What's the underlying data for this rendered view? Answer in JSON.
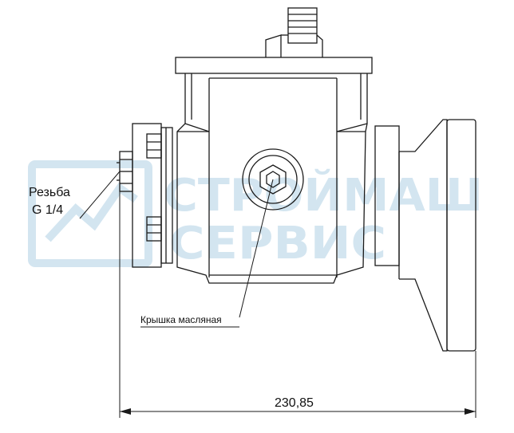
{
  "watermark": {
    "line1": "СТРОЙМАШ",
    "line2": "СЕРВИС",
    "color": "#cfe3ef"
  },
  "callouts": {
    "thread_label": "Резьба",
    "thread_value": "G 1/4",
    "oil_cover": "Крышка масляная"
  },
  "dimension": {
    "overall_width": "230,85"
  },
  "colors": {
    "line": "#1a1a1a",
    "background": "#ffffff"
  }
}
